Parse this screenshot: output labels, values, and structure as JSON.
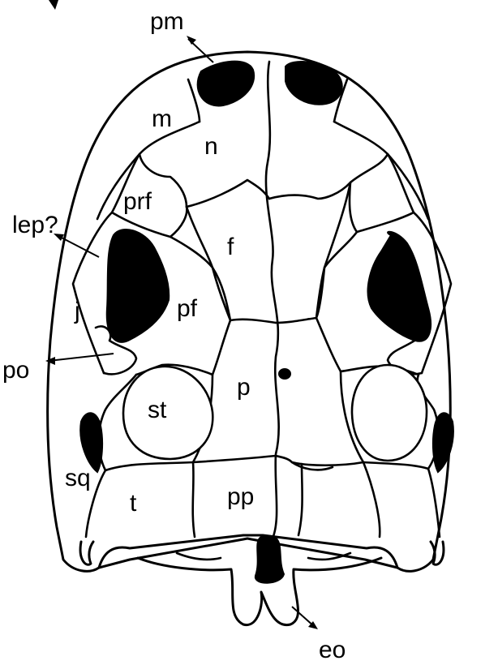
{
  "figure": {
    "labels": {
      "pm": "pm",
      "m": "m",
      "n": "n",
      "prf": "prf",
      "lep": "lep?",
      "f": "f",
      "j": "j",
      "pf": "pf",
      "po": "po",
      "p": "p",
      "st": "st",
      "sq": "sq",
      "t": "t",
      "pp": "pp",
      "eo": "eo"
    }
  }
}
